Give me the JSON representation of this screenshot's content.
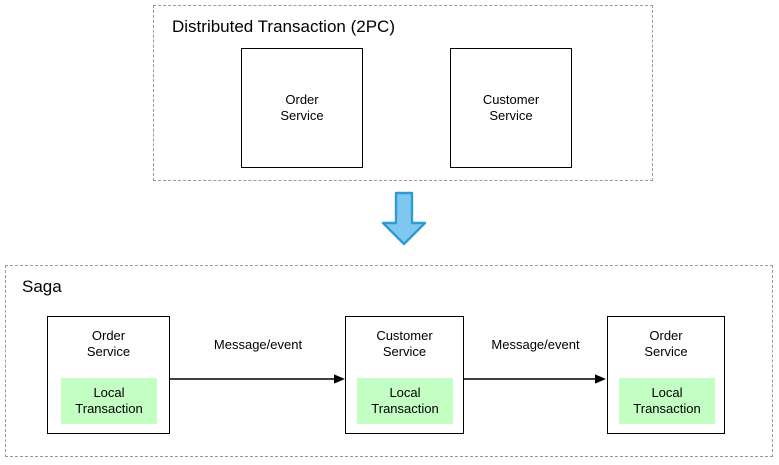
{
  "diagram": {
    "title_top": "Distributed Transaction (2PC)",
    "title_bottom": "Saga",
    "transition_arrow_icon": "down-arrow-icon",
    "colors": {
      "local_transaction_fill": "#c3ffc3",
      "arrow_fill": "#7ec8ef",
      "arrow_stroke": "#2e9bd6",
      "group_border": "#999999",
      "box_border": "#000000"
    }
  },
  "two_pc": {
    "title": "Distributed Transaction (2PC)",
    "services": [
      {
        "name": "Order\nService"
      },
      {
        "name": "Customer\nService"
      }
    ]
  },
  "saga": {
    "title": "Saga",
    "services": [
      {
        "name": "Order\nService",
        "local_transaction": "Local\nTransaction"
      },
      {
        "name": "Customer\nService",
        "local_transaction": "Local\nTransaction"
      },
      {
        "name": "Order\nService",
        "local_transaction": "Local\nTransaction"
      }
    ],
    "connectors": [
      {
        "label": "Message/event"
      },
      {
        "label": "Message/event"
      }
    ]
  }
}
